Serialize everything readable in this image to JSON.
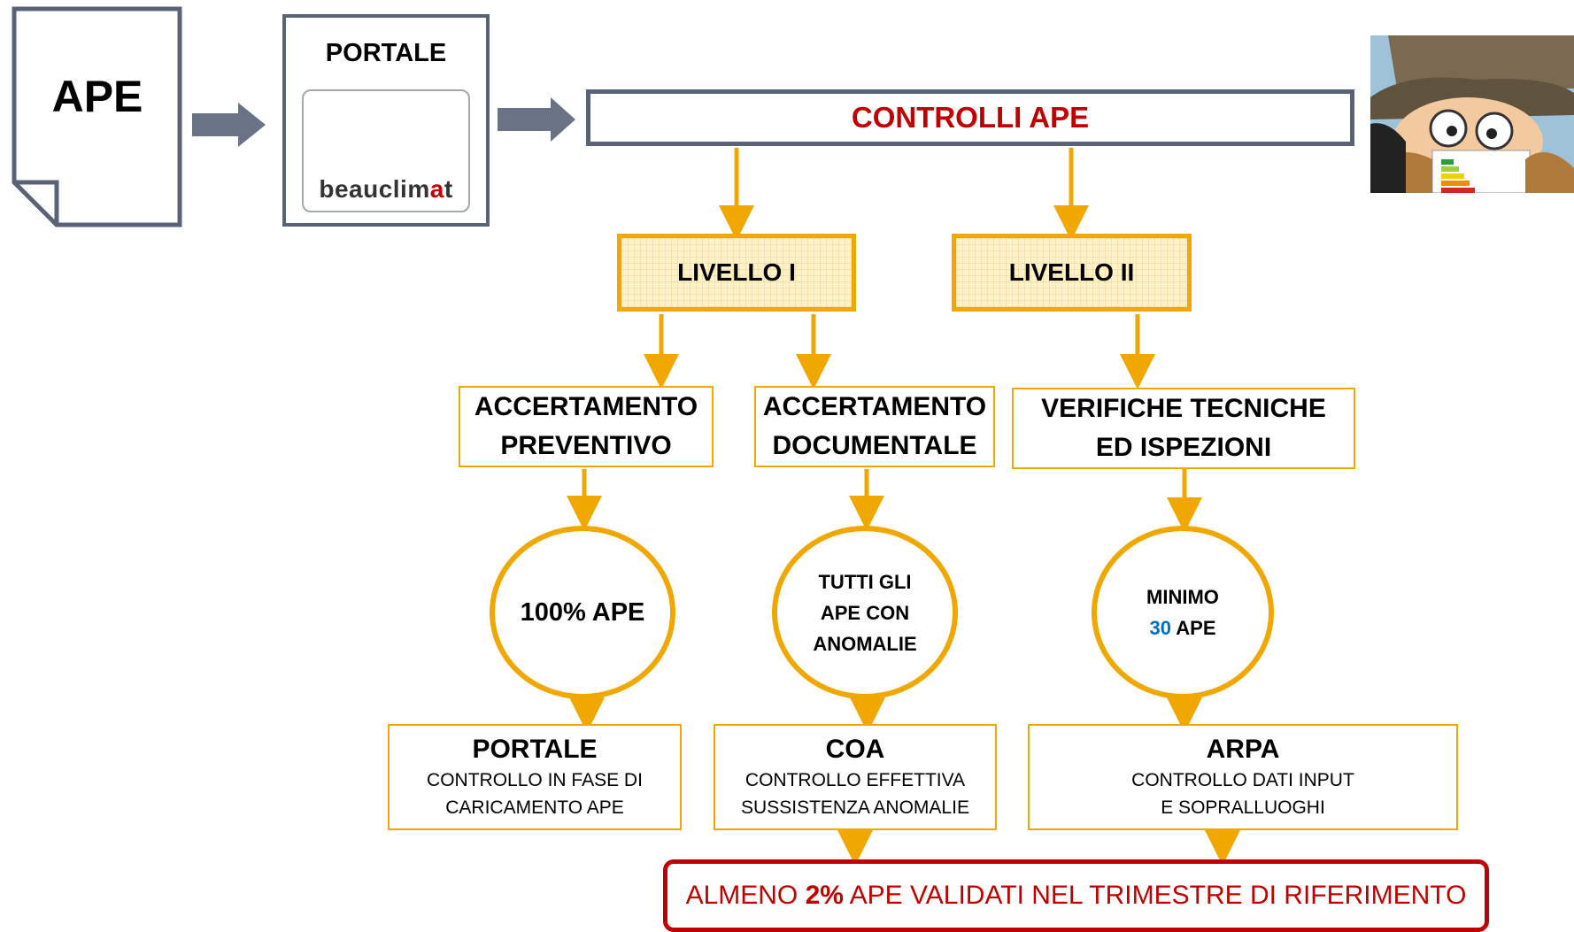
{
  "document": {
    "label": "APE"
  },
  "portal": {
    "title": "PORTALE",
    "logo_text_pre": "beauclim",
    "logo_text_hl": "a",
    "logo_text_post": "t"
  },
  "controlli": {
    "label": "CONTROLLI APE"
  },
  "levels": [
    {
      "label": "LIVELLO I"
    },
    {
      "label": "LIVELLO II"
    }
  ],
  "activities": [
    {
      "line1": "ACCERTAMENTO",
      "line2": "PREVENTIVO"
    },
    {
      "line1": "ACCERTAMENTO",
      "line2": "DOCUMENTALE"
    },
    {
      "line1": "VERIFICHE TECNICHE",
      "line2": "ED ISPEZIONI"
    }
  ],
  "circles": [
    {
      "text": "100% APE"
    },
    {
      "line1": "TUTTI GLI",
      "line2": "APE CON",
      "line3": "ANOMALIE"
    },
    {
      "line1": "MINIMO",
      "number": "30",
      "line2_rest": " APE"
    }
  ],
  "outputs": [
    {
      "title": "PORTALE",
      "line1": "CONTROLLO IN FASE DI",
      "line2": "CARICAMENTO APE"
    },
    {
      "title": "COA",
      "line1": "CONTROLLO EFFETTIVA",
      "line2": "SUSSISTENZA ANOMALIE"
    },
    {
      "title": "ARPA",
      "line1": "CONTROLLO DATI INPUT",
      "line2": "E SOPRALLUOGHI"
    }
  ],
  "result": {
    "pre": "ALMENO ",
    "bold": "2%",
    "post": " APE  VALIDATI NEL TRIMESTRE DI RIFERIMENTO"
  },
  "colors": {
    "accent": "#f0a800",
    "red": "#c00000",
    "blue": "#0070c0",
    "frame": "#5a6275"
  }
}
